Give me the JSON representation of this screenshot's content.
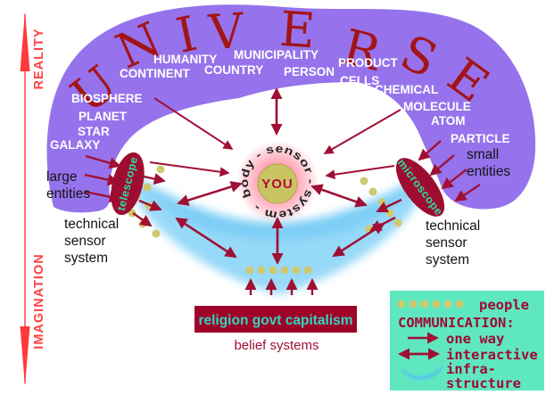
{
  "colors": {
    "arch_purple": "#9673EC",
    "title_red": "#A31418",
    "arrow_maroon": "#A01035",
    "instrument_fill": "#9E0D30",
    "instrument_text_teal": "#2BDCA4",
    "legend_bg_teal": "#5FE8C0",
    "belief_box_fill": "#9E0228",
    "belief_text_teal": "#2FD9C0",
    "cloud_blue": "#85D2F7",
    "dot_olive": "#CFC96E",
    "glow_pink": "#FFA2B4",
    "you_circle_olive": "#C9C463",
    "axis_red": "#FF4343"
  },
  "axis": {
    "reality": "REALITY",
    "imagination": "IMAGINATION"
  },
  "title": {
    "word": "UNIVERSE",
    "letters": [
      "U",
      "N",
      "I",
      "V",
      "E",
      "R",
      "S",
      "E"
    ]
  },
  "labels": {
    "biosphere": "BIOSPHERE",
    "planet": "PLANET",
    "star": "STAR",
    "galaxy": "GALAXY",
    "humanity": "HUMANITY",
    "continent": "CONTINENT",
    "country": "COUNTRY",
    "municipality": "MUNICIPALITY",
    "person": "PERSON",
    "product": "PRODUCT",
    "cells": "CELLS",
    "chemical": "CHEMICAL",
    "molecule": "MOLECULE",
    "atom": "ATOM",
    "particle": "PARTICLE"
  },
  "notes": {
    "large_entities": [
      "large",
      "entities"
    ],
    "small_entities": [
      "small",
      "entities"
    ],
    "left_sensor": [
      "technical",
      "sensor",
      "system"
    ],
    "right_sensor": [
      "technical",
      "sensor",
      "system"
    ]
  },
  "instruments": {
    "telescope": "telescope",
    "microscope": "microscope"
  },
  "center": {
    "you": "YOU",
    "ring_text": "body - sensor - system -"
  },
  "beliefs": {
    "box_label": "religion govt capitalism",
    "caption": "belief systems"
  },
  "legend": {
    "people": "people",
    "heading": "COMMUNICATION:",
    "one_way": "one way",
    "interactive": "interactive",
    "infrastructure": [
      "infra-",
      "structure"
    ]
  }
}
